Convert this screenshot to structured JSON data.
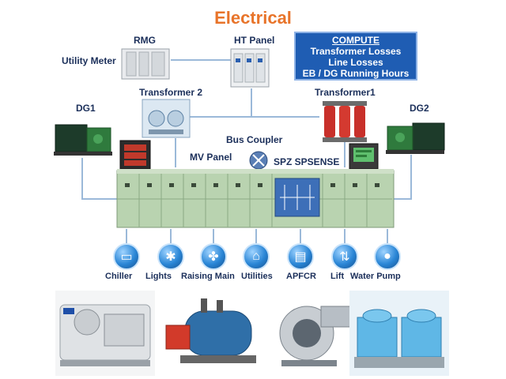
{
  "title": "Electrical",
  "compute": {
    "heading": "COMPUTE",
    "lines": [
      "Transformer Losses",
      "Line Losses",
      "EB / DG Running Hours"
    ]
  },
  "labels": {
    "rmg": "RMG",
    "ht_panel": "HT Panel",
    "utility_meter": "Utility Meter",
    "transformer2": "Transformer 2",
    "transformer1": "Transformer1",
    "dg1": "DG1",
    "dg2": "DG2",
    "bus_coupler": "Bus Coupler",
    "mv_panel": "MV Panel",
    "spz": "SPZ SPSENSE"
  },
  "loads": [
    "Chiller",
    "Lights",
    "Raising Main",
    "Utilities",
    "APFCR",
    "Lift",
    "Water Pump"
  ],
  "load_icons": [
    "monitor-icon",
    "lightbulb-icon",
    "fan-icon",
    "house-icon",
    "printer-icon",
    "lift-icon",
    "water-drop-icon"
  ],
  "colors": {
    "title": "#e8742a",
    "compute_bg": "#1f5db3",
    "connector": "#9bb9d9",
    "panel": "#b9d3b0"
  }
}
